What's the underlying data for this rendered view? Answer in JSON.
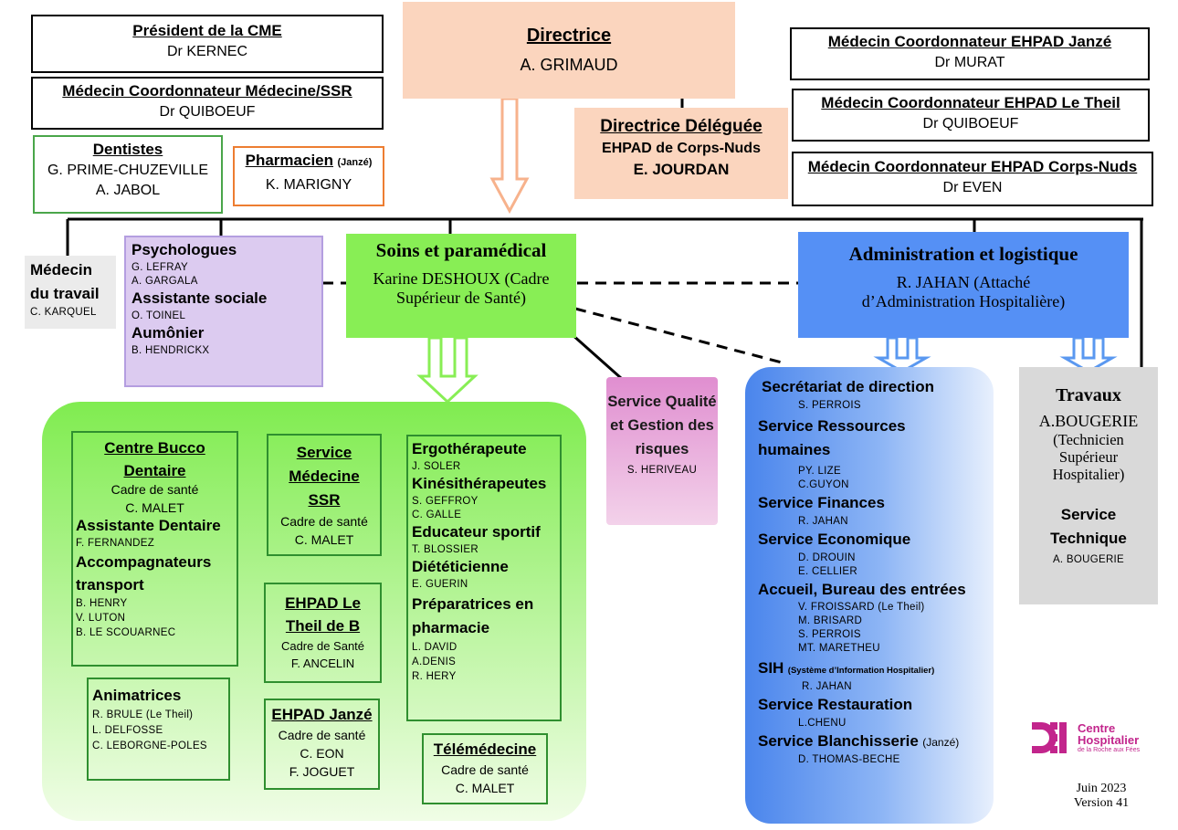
{
  "president": {
    "title": "Président de la CME",
    "name": "Dr KERNEC"
  },
  "medcoord_ssr": {
    "title": "Médecin Coordonnateur  Médecine/SSR",
    "name": "Dr QUIBOEUF"
  },
  "directrice": {
    "title": "Directrice",
    "name": "A. GRIMAUD"
  },
  "directrice_deleguee": {
    "title": "Directrice Déléguée",
    "subtitle": "EHPAD de Corps-Nuds",
    "name": "E. JOURDAN"
  },
  "medcoord_janze": {
    "title": "Médecin Coordonnateur EHPAD Janzé",
    "name": "Dr MURAT"
  },
  "medcoord_theil": {
    "title": "Médecin Coordonnateur EHPAD Le Theil",
    "name": "Dr QUIBOEUF"
  },
  "medcoord_corps": {
    "title": "Médecin Coordonnateur EHPAD Corps-Nuds",
    "name": "Dr EVEN"
  },
  "dentistes": {
    "title": "Dentistes",
    "names": [
      "G. PRIME-CHUZEVILLE",
      "A. JABOL"
    ]
  },
  "pharmacien": {
    "title": "Pharmacien",
    "site": "(Janzé)",
    "name": "K.  MARIGNY"
  },
  "medecin_travail": {
    "title1": "Médecin",
    "title2": "du travail",
    "name": "C. KARQUEL"
  },
  "psy": {
    "psychologues": "Psychologues",
    "psy_names": [
      "G. LEFRAY",
      "A. GARGALA"
    ],
    "assistante": "Assistante sociale",
    "assistante_name": "O. TOINEL",
    "aumonier": "Aumônier",
    "aumonier_name": "B. HENDRICKX"
  },
  "soins": {
    "title": "Soins et paramédical",
    "desc": "Karine DESHOUX (Cadre Supérieur de Santé)"
  },
  "admin": {
    "title": "Administration et logistique",
    "desc1": "R. JAHAN (Attaché",
    "desc2": "d’Administration Hospitalière)"
  },
  "qualite": {
    "title": "Service Qualité et Gestion des risques",
    "name": "S. HERIVEAU"
  },
  "travaux": {
    "title": "Travaux",
    "name": "A.BOUGERIE",
    "role": "(Technicien Supérieur Hospitalier)",
    "service": "Service Technique",
    "service_name": "A. BOUGERIE"
  },
  "bucco": {
    "title": "Centre Bucco Dentaire",
    "cadre": "Cadre de santé",
    "cadre_name": "C. MALET",
    "assistante": "Assistante Dentaire",
    "assistante_name": "F. FERNANDEZ",
    "accomp": "Accompagnateurs transport",
    "accomp_names": [
      "B. HENRY",
      "V. LUTON",
      "B. LE SCOUARNEC"
    ]
  },
  "ssr": {
    "title": "Service Médecine SSR",
    "cadre": "Cadre de santé",
    "name": "C. MALET"
  },
  "theil": {
    "title": "EHPAD Le Theil de B",
    "cadre": "Cadre de Santé",
    "name": "F. ANCELIN"
  },
  "janze": {
    "title": "EHPAD Janzé",
    "cadre": "Cadre de santé",
    "names": [
      "C. EON",
      "F. JOGUET"
    ]
  },
  "animatrices": {
    "title": "Animatrices",
    "names": [
      "R. BRULE  (Le Theil)",
      "L. DELFOSSE",
      "C. LEBORGNE-POLES"
    ]
  },
  "paramed": {
    "ergo": "Ergothérapeute",
    "ergo_name": "J. SOLER",
    "kine": "Kinésithérapeutes",
    "kine_names": [
      "S. GEFFROY",
      "C. GALLE"
    ],
    "educ": "Educateur sportif",
    "educ_name": "T. BLOSSIER",
    "diet": "Diététicienne",
    "diet_name": "E. GUERIN",
    "prep": "Préparatrices  en pharmacie",
    "prep_names": [
      "L. DAVID",
      "A.DENIS",
      "R. HERY"
    ]
  },
  "telemed": {
    "title": "Télémédecine",
    "cadre": "Cadre de santé",
    "name": "C. MALET"
  },
  "services": {
    "secretariat": "Secrétariat de direction",
    "secretariat_name": "S. PERROIS",
    "rh": "Service Ressources humaines",
    "rh_names": [
      "PY. LIZE",
      "C.GUYON"
    ],
    "finances": "Service Finances",
    "finances_name": "R. JAHAN",
    "eco": "Service Economique",
    "eco_names": [
      "D. DROUIN",
      "E. CELLIER"
    ],
    "accueil": "Accueil, Bureau des entrées",
    "accueil_names": [
      "V. FROISSARD (Le  Theil)",
      "M. BRISARD",
      "S. PERROIS",
      "MT. MARETHEU"
    ],
    "sih": "SIH",
    "sih_note": "(Système d’Information Hospitalier)",
    "sih_name": "R. JAHAN",
    "restauration": "Service Restauration",
    "restauration_name": "L.CHENU",
    "blanch": "Service Blanchisserie",
    "blanch_site": "(Janzé)",
    "blanch_name": "D. THOMAS-BECHE"
  },
  "logo": {
    "line1": "Centre",
    "line2": "Hospitalier",
    "line3": "de la Roche aux Fées"
  },
  "footer": {
    "date": "Juin 2023",
    "version": "Version 41"
  },
  "colors": {
    "peach": "#fbd5be",
    "green": "#88ee55",
    "blue": "#5590f5",
    "purple": "#dccbf0",
    "pink": "#e7a6d8",
    "gray": "#d9d9d9",
    "logo": "#c2258c"
  }
}
